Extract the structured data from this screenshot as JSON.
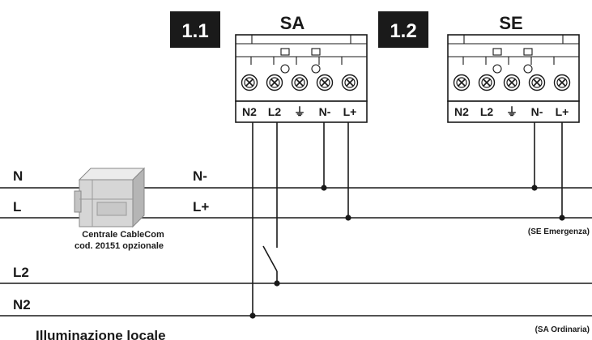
{
  "buses": {
    "n": "N",
    "l": "L",
    "n_minus": "N-",
    "l_plus": "L+",
    "l2": "L2",
    "n2": "N2"
  },
  "modules": [
    {
      "badge": "1.1",
      "title": "SA",
      "terminals": [
        "N2",
        "L2",
        "⏚",
        "N-",
        "L+"
      ]
    },
    {
      "badge": "1.2",
      "title": "SE",
      "terminals": [
        "N2",
        "L2",
        "⏚",
        "N-",
        "L+"
      ]
    }
  ],
  "device": {
    "line1": "Centrale CableCom",
    "line2": "cod. 20151 opzionale"
  },
  "notes": {
    "emergency": "(SE Emergenza)",
    "ordinary": "(SA Ordinaria)"
  },
  "caption": "Illuminazione locale",
  "colors": {
    "ink": "#1a1a1a",
    "badge_bg": "#1a1a1a",
    "device_fill": "#d6d6d6"
  }
}
